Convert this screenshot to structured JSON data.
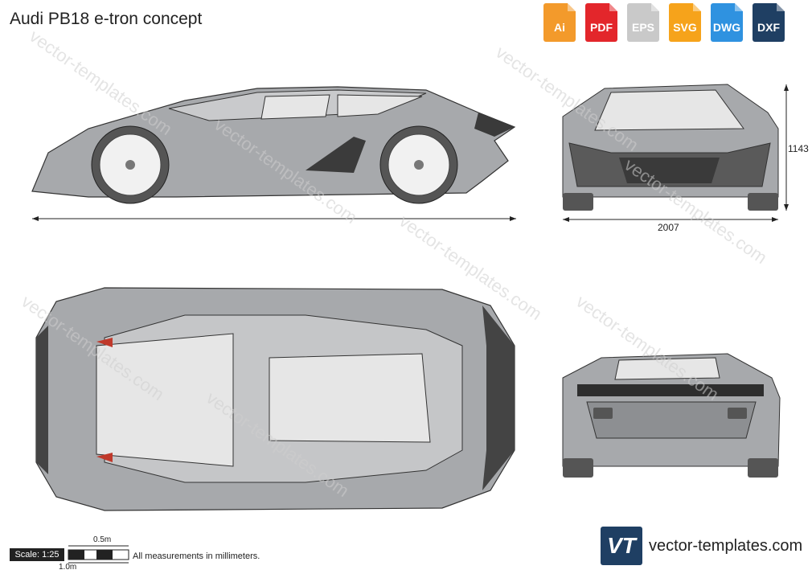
{
  "title": "Audi PB18 e-tron concept",
  "formats": [
    {
      "label": "Ai",
      "color": "#f39a2b"
    },
    {
      "label": "PDF",
      "color": "#e3262b"
    },
    {
      "label": "EPS",
      "color": "#c9c9c9"
    },
    {
      "label": "SVG",
      "color": "#f6a31b"
    },
    {
      "label": "DWG",
      "color": "#2f92e0"
    },
    {
      "label": "DXF",
      "color": "#1f3f63"
    }
  ],
  "watermark_text": "vector-templates.com",
  "dimensions": {
    "height": "1143",
    "width": "2007"
  },
  "scale": {
    "label": "Scale: 1:25",
    "half_meter": "0.5m",
    "one_meter": "1.0m"
  },
  "note": "All measurements in millimeters.",
  "brand": {
    "logo_text": "VT",
    "site": "vector-templates.com"
  }
}
